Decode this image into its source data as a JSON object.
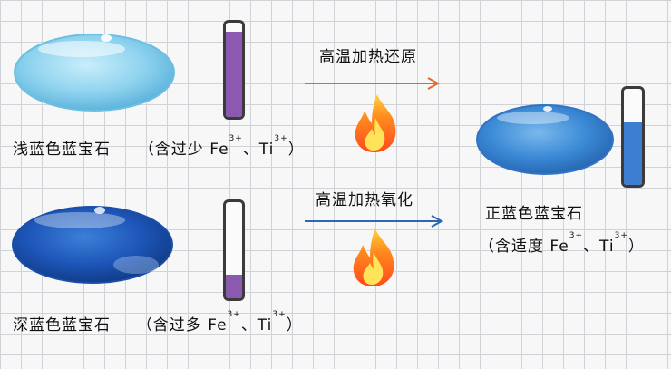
{
  "colors": {
    "light_gem": "#8fd3ef",
    "dark_gem": "#1d56b8",
    "normal_gem": "#3b8ad6",
    "purple_fill": "#8b5ab0",
    "blue_fill": "#3e7ed0",
    "reduce_arrow": "#e06a2a",
    "oxidize_arrow": "#2b66b8"
  },
  "top_arrow": {
    "label": "高温加热还原"
  },
  "bottom_arrow": {
    "label": "高温加热氧化"
  },
  "light_sapphire": {
    "name": "浅蓝色蓝宝石",
    "note_prefix": "（含过少 Fe",
    "sup1": "3+",
    "mid": "、Ti",
    "sup2": "3+",
    "note_suffix": "）",
    "tube_fill_level": 0.9
  },
  "dark_sapphire": {
    "name": "深蓝色蓝宝石",
    "note_prefix": "（含过多 Fe",
    "sup1": "3+",
    "mid": "、Ti",
    "sup2": "3+",
    "note_suffix": "）",
    "tube_fill_level": 0.25
  },
  "normal_sapphire": {
    "name": "正蓝色蓝宝石",
    "note_prefix": "（含适度 Fe",
    "sup1": "3+",
    "mid": "、Ti",
    "sup2": "3+",
    "note_suffix": "）",
    "tube_fill_level": 0.65
  },
  "icons": [
    "flame-icon",
    "flame-icon"
  ]
}
